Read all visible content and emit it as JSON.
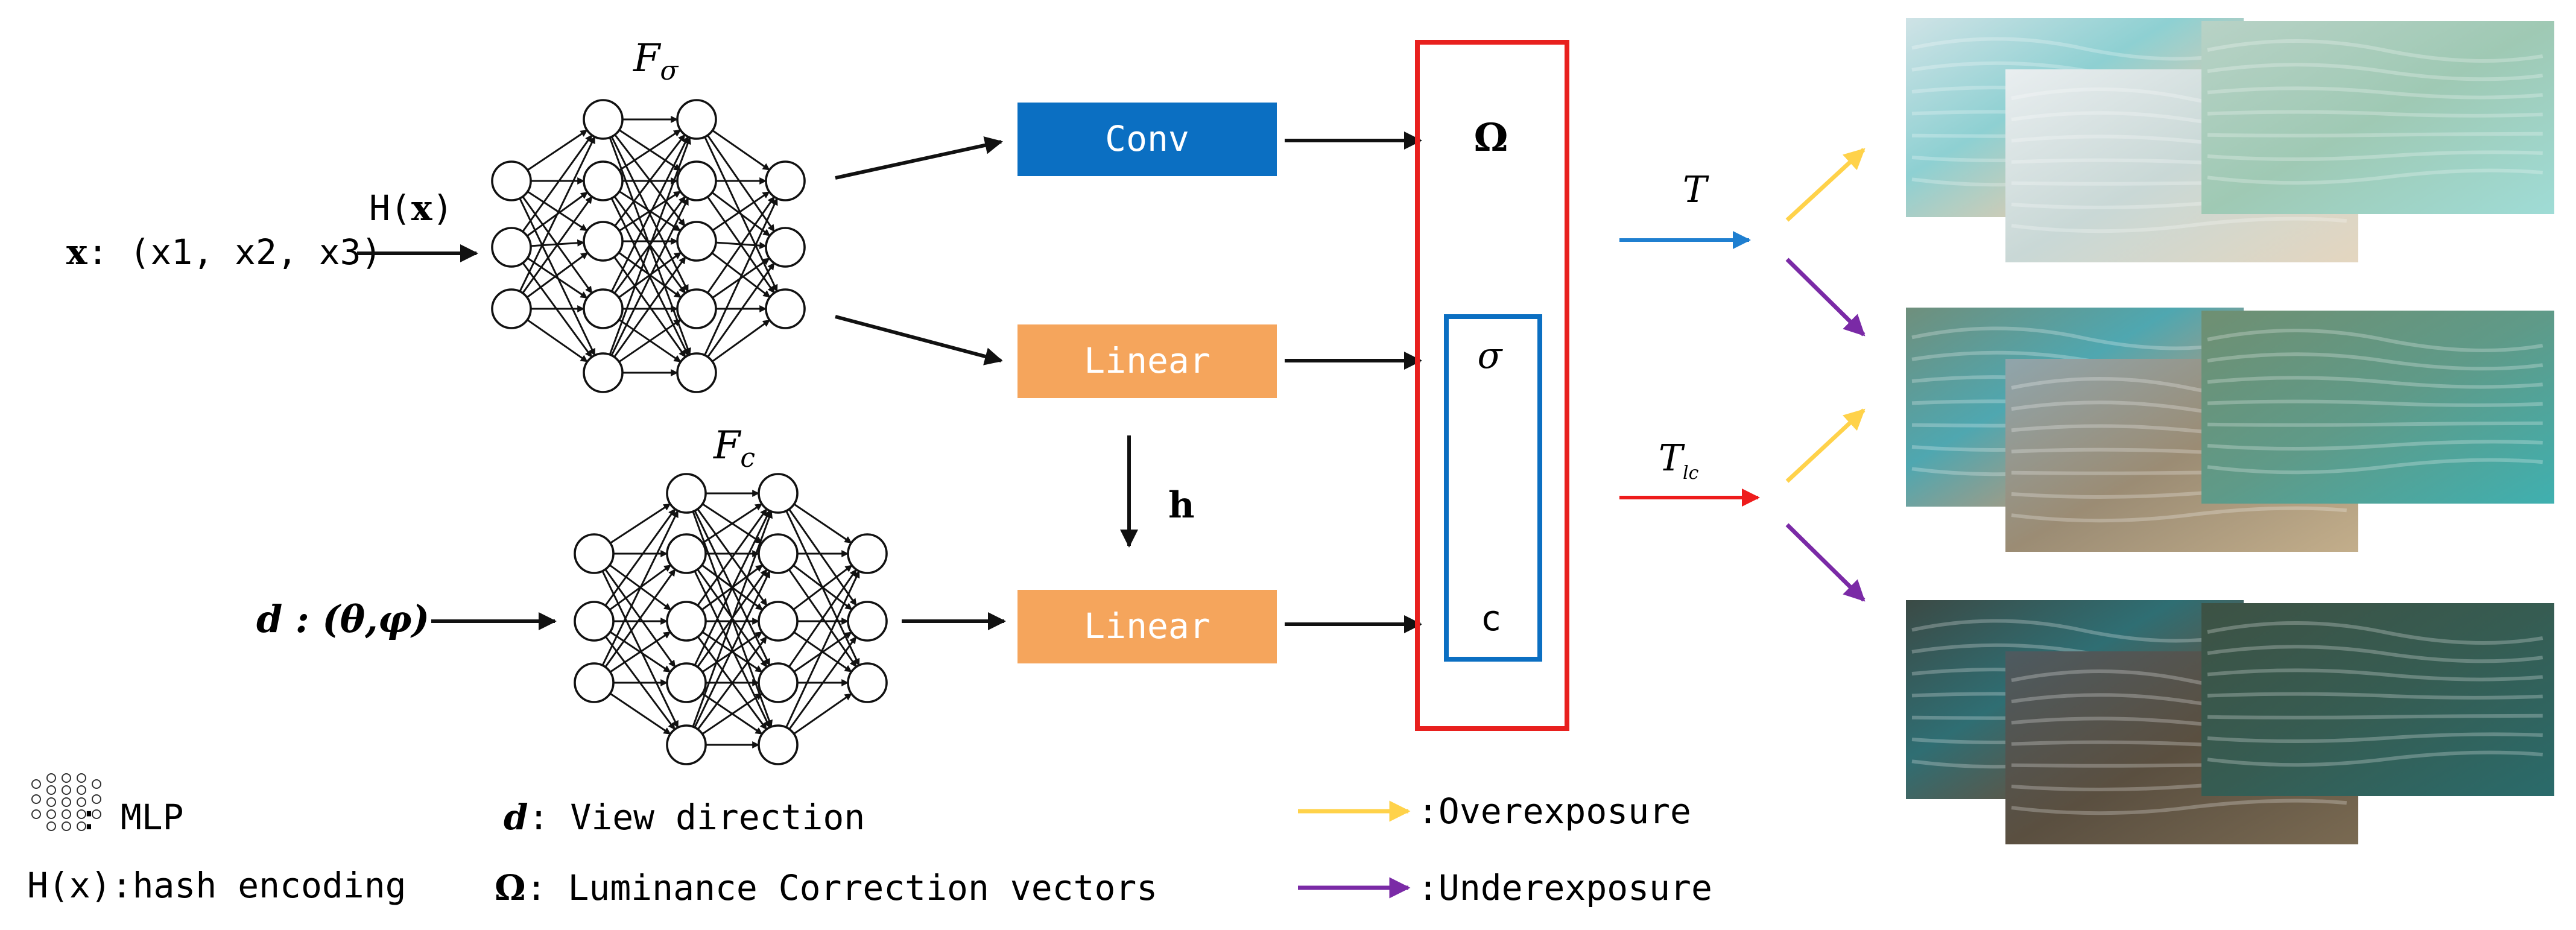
{
  "colors": {
    "conv_fill": "#0b6fc2",
    "linear_fill": "#f5a55c",
    "red_box": "#e8201e",
    "blue_box": "#0b6fc2",
    "arrow_T": "#1f7fd0",
    "arrow_Tlc": "#ee1c1c",
    "overexposure": "#ffd24a",
    "underexposure": "#7a2aa6"
  },
  "network": {
    "f_sigma_label": "F",
    "f_sigma_sub": "σ",
    "f_c_label": "F",
    "f_c_sub": "c",
    "input_x_bold": "x",
    "input_x_rest": ": (x1, x2, x3)",
    "hash_label_pre": "H(",
    "hash_label_bold": "x",
    "hash_label_post": ")",
    "input_d": "d : (θ,φ)",
    "h_label": "h"
  },
  "blocks": {
    "conv": "Conv",
    "linear_top": "Linear",
    "linear_bottom": "Linear"
  },
  "outputs": {
    "omega": "Ω",
    "sigma": "σ",
    "c": "c"
  },
  "transforms": {
    "T": "T",
    "Tlc_main": "T",
    "Tlc_sub": "lc"
  },
  "legend": {
    "mlp": ": MLP",
    "hash": "H(x):hash encoding",
    "d_symbol": "d",
    "d_text": ": View direction",
    "omega_symbol": "Ω",
    "omega_text": ": Luminance Correction vectors",
    "over": ":Overexposure",
    "under": ":Underexposure"
  }
}
